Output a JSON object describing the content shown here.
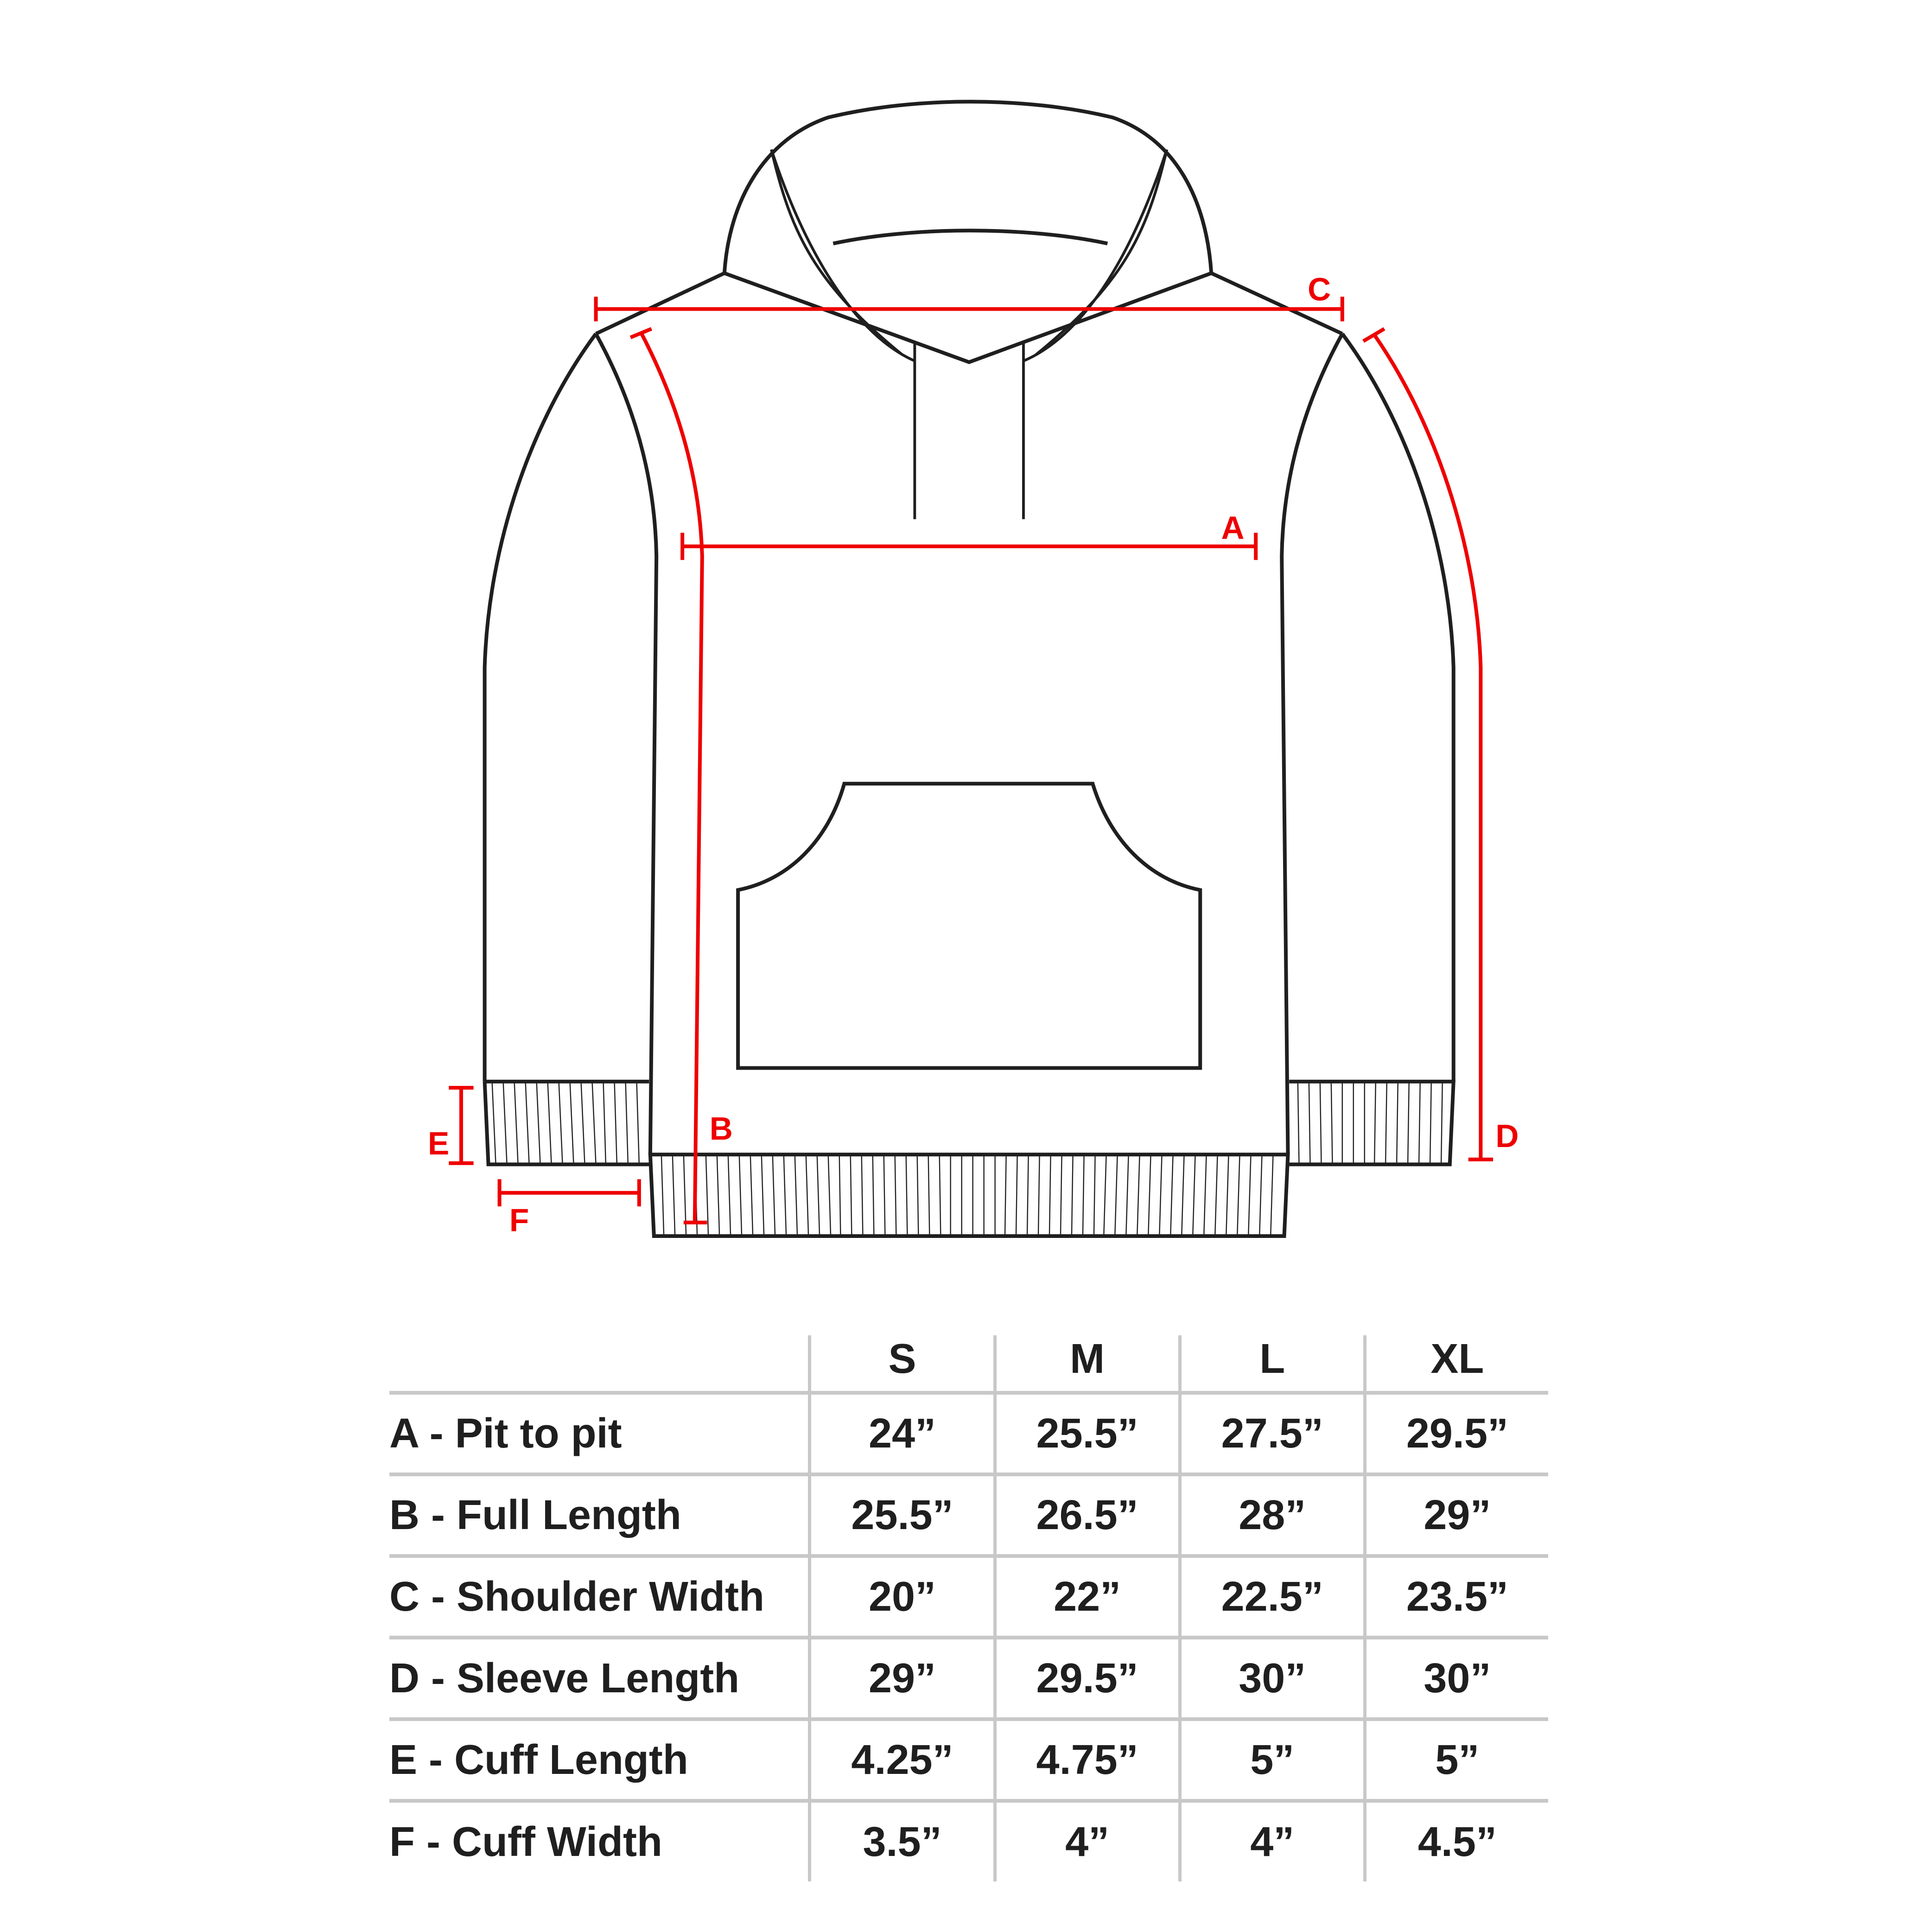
{
  "diagram": {
    "subject": "hoodie",
    "measurement_color": "#ee0000",
    "outline_color": "#1f1f1f",
    "labels": {
      "A": "A",
      "B": "B",
      "C": "C",
      "D": "D",
      "E": "E",
      "F": "F"
    }
  },
  "table": {
    "columns": [
      "",
      "S",
      "M",
      "L",
      "XL"
    ],
    "rows": [
      {
        "label": "A - Pit to pit",
        "values": [
          "24”",
          "25.5”",
          "27.5”",
          "29.5”"
        ]
      },
      {
        "label": "B - Full Length",
        "values": [
          "25.5”",
          "26.5”",
          "28”",
          "29”"
        ]
      },
      {
        "label": "C - Shoulder Width",
        "values": [
          "20”",
          "22”",
          "22.5”",
          "23.5”"
        ]
      },
      {
        "label": "D - Sleeve Length",
        "values": [
          "29”",
          "29.5”",
          "30”",
          "30”"
        ]
      },
      {
        "label": "E - Cuff Length",
        "values": [
          "4.25”",
          "4.75”",
          "5”",
          "5”"
        ]
      },
      {
        "label": "F - Cuff Width",
        "values": [
          "3.5”",
          "4”",
          "4”",
          "4.5”"
        ]
      }
    ],
    "grid_color": "#c8c8c8"
  }
}
